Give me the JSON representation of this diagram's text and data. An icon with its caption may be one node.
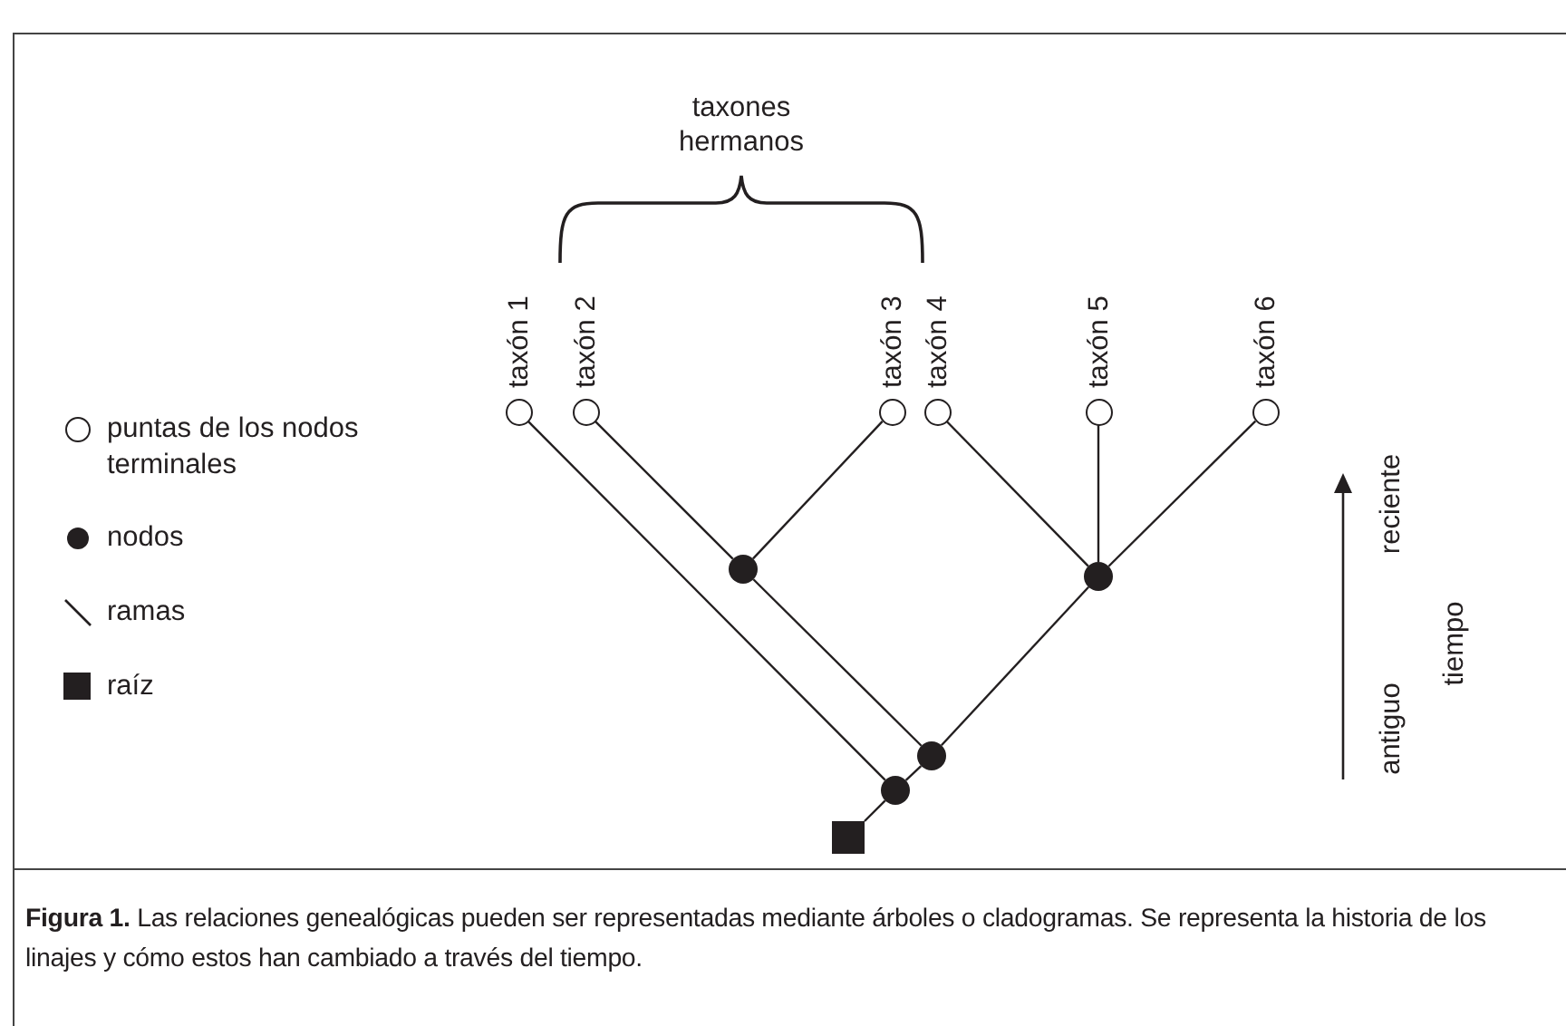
{
  "diagram": {
    "caption": "**Figura 1.** Las relaciones genealógicas pueden ser representadas mediante árboles o cladogramas. Se representa la historia de los linajes y cómo estos han cambiado a través del tiempo.",
    "nodes": [
      {
        "text": [],
        "shape": "circle",
        "beside": [
          "taxón 1"
        ]
      },
      {
        "text": [],
        "shape": "circle",
        "beside": [
          "taxón 2"
        ]
      },
      {
        "text": [],
        "shape": "circle",
        "beside": [
          "taxón 3"
        ]
      },
      {
        "text": [],
        "shape": "circle",
        "beside": [
          "taxón 4"
        ]
      },
      {
        "text": [],
        "shape": "circle",
        "beside": [
          "taxón 5"
        ]
      },
      {
        "text": [],
        "shape": "circle",
        "beside": [
          "taxón 6"
        ]
      },
      {
        "text": [],
        "shape": "dot"
      },
      {
        "text": [],
        "shape": "dot"
      },
      {
        "text": [],
        "shape": "dot"
      },
      {
        "text": [],
        "shape": "dot"
      },
      {
        "text": [],
        "shape": "square"
      }
    ],
    "edges": [
      {
        "from": 0,
        "to": 9,
        "arrow": "none"
      },
      {
        "from": 1,
        "to": 6,
        "arrow": "none"
      },
      {
        "from": 2,
        "to": 6,
        "arrow": "none"
      },
      {
        "from": 6,
        "to": 8,
        "arrow": "none"
      },
      {
        "from": 3,
        "to": 7,
        "arrow": "none"
      },
      {
        "from": 4,
        "to": 7,
        "arrow": "none"
      },
      {
        "from": 5,
        "to": 7,
        "arrow": "none"
      },
      {
        "from": 7,
        "to": 8,
        "arrow": "none"
      },
      {
        "from": 8,
        "to": 9,
        "arrow": "none"
      },
      {
        "from": 9,
        "to": 10,
        "arrow": "none"
      }
    ],
    "labels": [
      "taxones hermanos",
      "reciente",
      "tiempo",
      "antiguo"
    ],
    "legend": [
      {
        "text": "puntas de los nodos terminales"
      },
      {
        "text": "nodos"
      },
      {
        "text": "ramas"
      },
      {
        "text": "raíz"
      }
    ]
  }
}
